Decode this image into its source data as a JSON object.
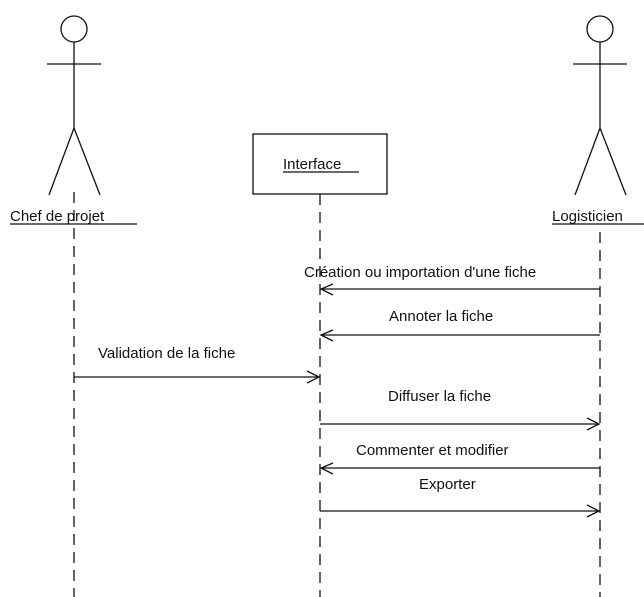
{
  "actors": [
    {
      "id": "chef",
      "label": "Chef de projet"
    },
    {
      "id": "logisticien",
      "label": "Logisticien"
    }
  ],
  "object": {
    "label": "Interface"
  },
  "messages": [
    {
      "label": "Création ou importation d'une fiche",
      "from": "logisticien",
      "to": "interface"
    },
    {
      "label": "Annoter la fiche",
      "from": "logisticien",
      "to": "interface"
    },
    {
      "label": "Validation  de la fiche",
      "from": "chef",
      "to": "interface"
    },
    {
      "label": "Diffuser la fiche",
      "from": "interface",
      "to": "logisticien"
    },
    {
      "label": "Commenter et modifier",
      "from": "logisticien",
      "to": "interface"
    },
    {
      "label": "Exporter",
      "from": "interface",
      "to": "logisticien"
    }
  ]
}
